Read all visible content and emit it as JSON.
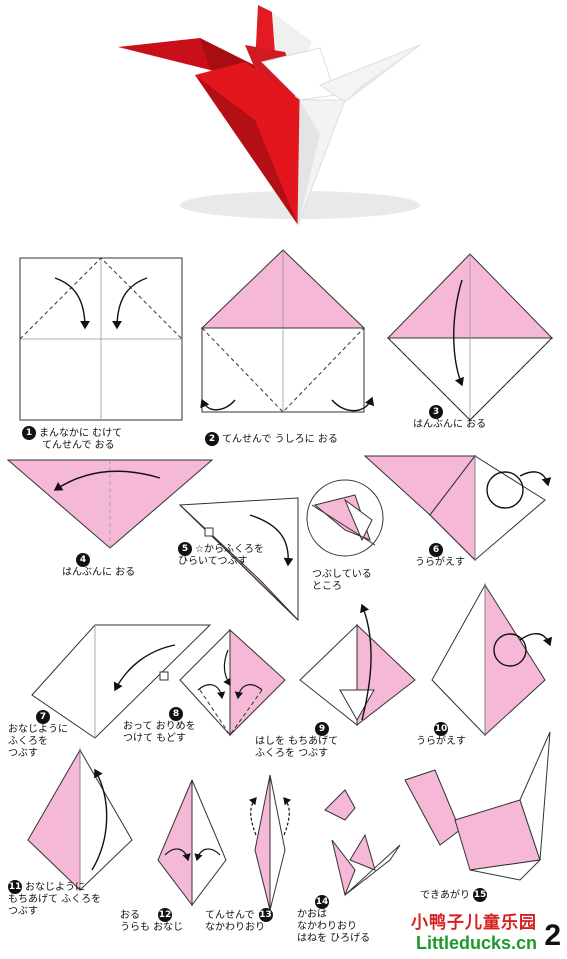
{
  "colors": {
    "paper_pink": "#f5b8d6",
    "hero_red": "#d8141b",
    "line": "#333333"
  },
  "steps": [
    {
      "n": "1",
      "text": [
        "まんなかに むけて",
        "てんせんで おる"
      ]
    },
    {
      "n": "2",
      "text": [
        "てんせんで うしろに おる"
      ]
    },
    {
      "n": "3",
      "text": [
        "はんぶんに おる"
      ]
    },
    {
      "n": "4",
      "text": [
        "はんぶんに おる"
      ]
    },
    {
      "n": "5",
      "text": [
        "☆からふくろを",
        "ひらいてつぶす"
      ]
    },
    {
      "n": "6",
      "text": [
        "うらがえす"
      ]
    },
    {
      "n": "7",
      "text": [
        "おなじように",
        "ふくろを",
        "つぶす"
      ]
    },
    {
      "n": "8",
      "text": [
        "おって おりめを",
        "つけて もどす"
      ]
    },
    {
      "n": "9",
      "text": [
        "はしを もちあげて",
        "ふくろを つぶす"
      ]
    },
    {
      "n": "10",
      "text": [
        "うらがえす"
      ]
    },
    {
      "n": "11",
      "text": [
        "おなじように",
        "もちあげて ふくろを",
        "つぶす"
      ]
    },
    {
      "n": "12",
      "text": [
        "おる",
        "うらも おなじ"
      ]
    },
    {
      "n": "13",
      "text": [
        "てんせんで",
        "なかわりおり"
      ]
    },
    {
      "n": "14",
      "text": [
        "かおは",
        "なかわりおり",
        "はねを ひろげる"
      ]
    },
    {
      "n": "15",
      "text": [
        "できあがり"
      ]
    }
  ],
  "note": [
    "つぶしている",
    "ところ"
  ],
  "brand": {
    "cn": "小鸭子儿童乐园",
    "url": "Littleducks.cn",
    "page": "2"
  }
}
